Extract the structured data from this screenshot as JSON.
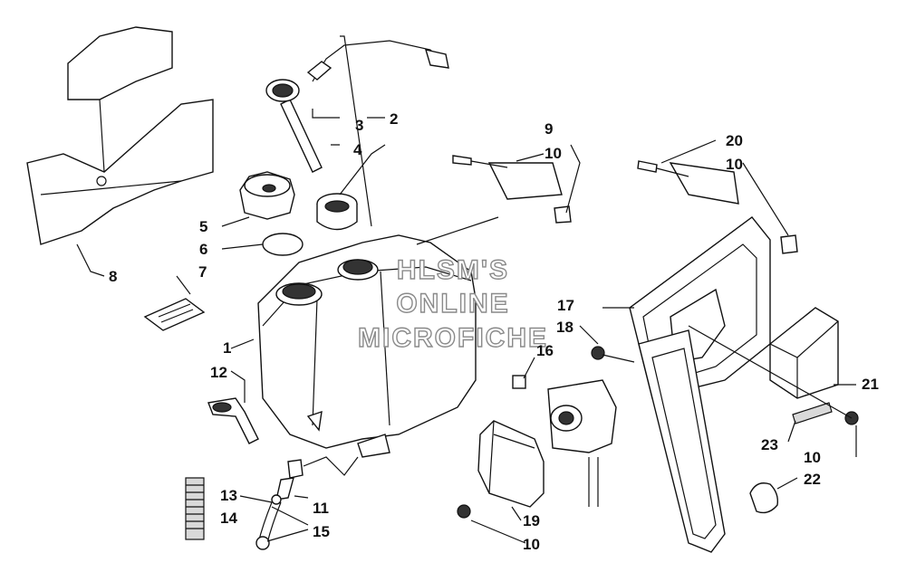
{
  "watermark": {
    "line1": "HLSM'S",
    "line2": "ONLINE",
    "line3": "MICROFICHE"
  },
  "callouts": {
    "c1": "1",
    "c2": "2",
    "c3": "3",
    "c4": "4",
    "c5": "5",
    "c6": "6",
    "c7": "7",
    "c8": "8",
    "c9": "9",
    "c10a": "10",
    "c10b": "10",
    "c10c": "10",
    "c10d": "10",
    "c11": "11",
    "c12": "12",
    "c13": "13",
    "c14": "14",
    "c15": "15",
    "c16": "16",
    "c17": "17",
    "c18": "18",
    "c19": "19",
    "c20": "20",
    "c21": "21",
    "c22": "22",
    "c23": "23"
  }
}
